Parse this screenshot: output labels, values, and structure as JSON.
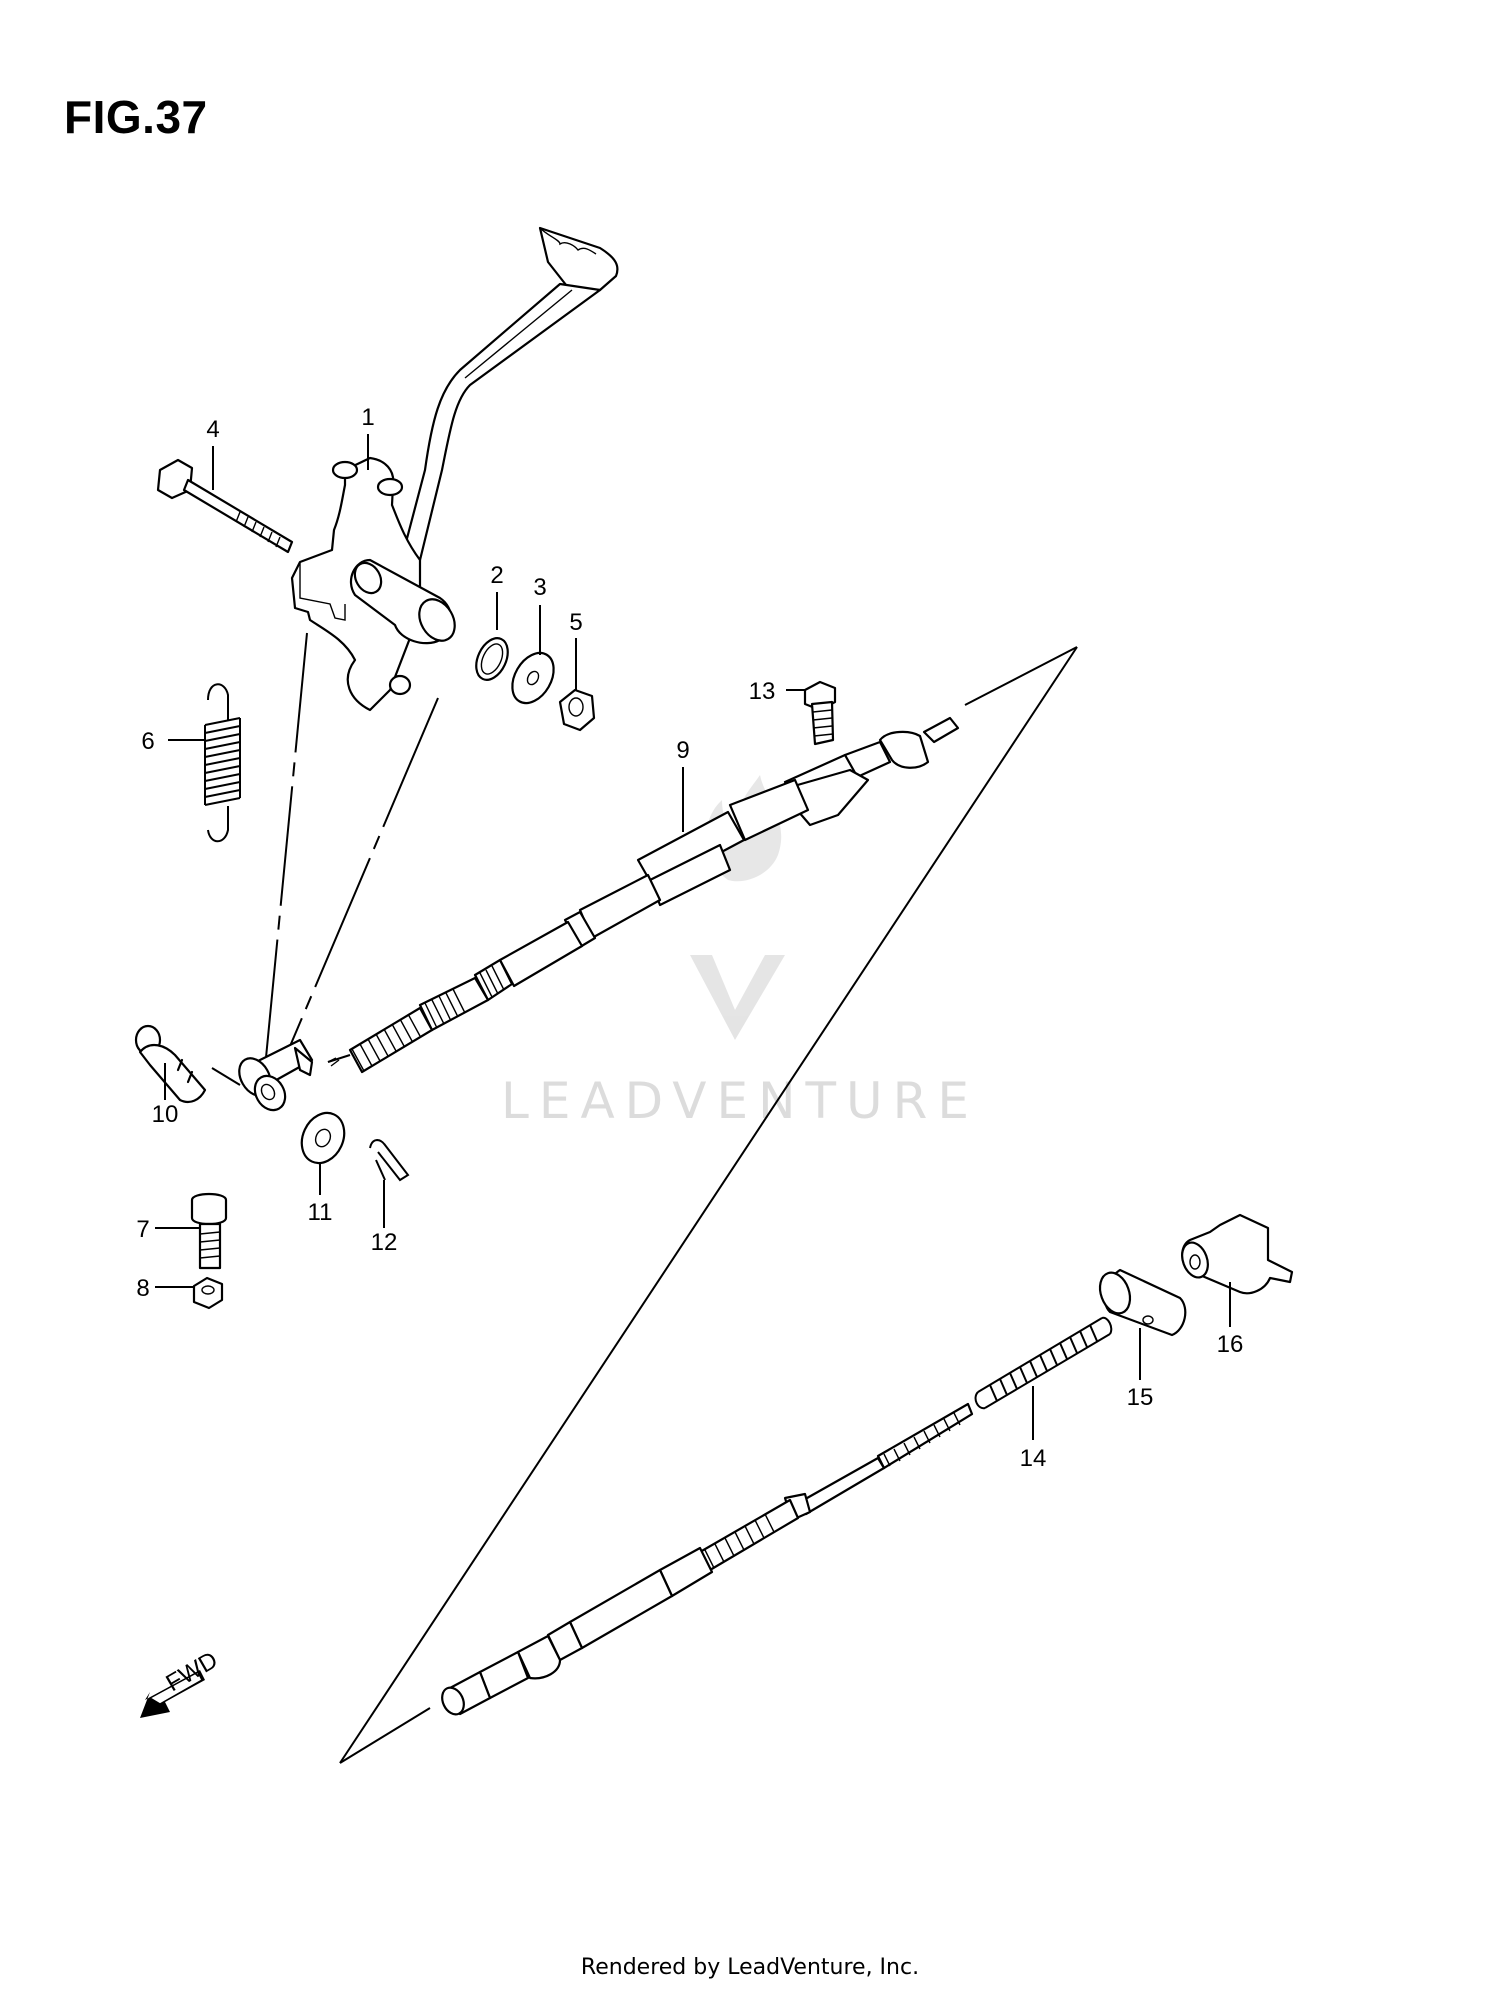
{
  "figure_title": "FIG.37",
  "footer_text": "Rendered by LeadVenture, Inc.",
  "watermark_text": "LEADVENTURE",
  "fwd_label": "FWD",
  "callouts": [
    "1",
    "2",
    "3",
    "4",
    "5",
    "6",
    "7",
    "8",
    "9",
    "10",
    "11",
    "12",
    "13",
    "14",
    "15",
    "16"
  ],
  "colors": {
    "line": "#000000",
    "background": "#ffffff",
    "watermark": "#d9d9d9"
  }
}
